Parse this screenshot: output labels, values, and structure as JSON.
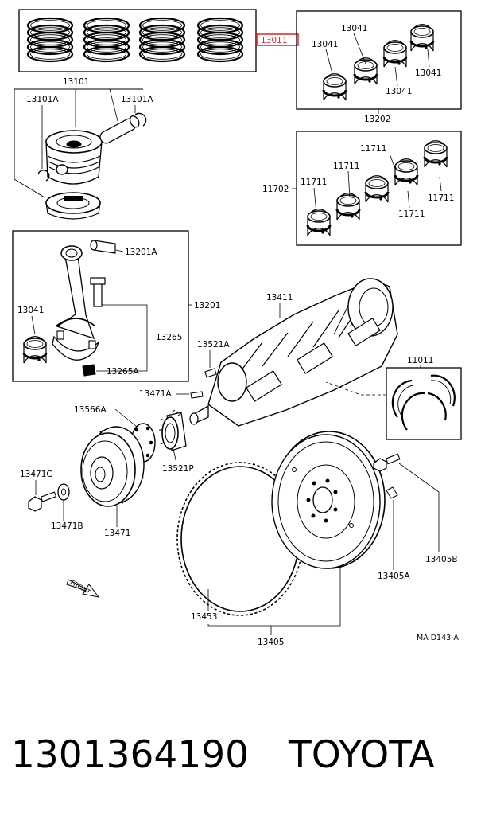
{
  "labels": {
    "piston_ring_set": "13011",
    "piston_sub_assy": "13101",
    "piston_pin_hole_snap_ring_left": "13101A",
    "piston_pin_hole_snap_ring_right": "13101A",
    "conrod_bearing_set": "13202",
    "conrod_bearing_1": "13041",
    "conrod_bearing_2": "13041",
    "conrod_bearing_3": "13041",
    "conrod_bearing_4": "13041",
    "main_bearing_set": "11702",
    "main_bearing_1": "11711",
    "main_bearing_2": "11711",
    "main_bearing_3": "11711",
    "main_bearing_4": "11711",
    "main_bearing_5": "11711",
    "conrod_bushing": "13201A",
    "conrod_assy": "13201",
    "conrod_bearing_single": "13041",
    "conrod_bolt": "13265",
    "conrod_nut": "13265A",
    "crankshaft": "13411",
    "crank_key": "13521A",
    "thrust_washer_set": "11011",
    "straight_pin": "13471A",
    "crank_angle_plate": "13566A",
    "crank_timing_pulley": "13521P",
    "pulley_bolt": "13471C",
    "pulley_washer": "13471B",
    "crank_pulley": "13471",
    "ring_gear": "13453",
    "flywheel_assy": "13405",
    "flywheel_pin": "13405A",
    "flywheel_bolt": "13405B",
    "front_arrow": "FRONT",
    "diagram_code": "MA D143-A"
  },
  "highlight_color": "#e8302a",
  "caption": {
    "part_number": "1301364190",
    "brand": "TOYOTA"
  }
}
